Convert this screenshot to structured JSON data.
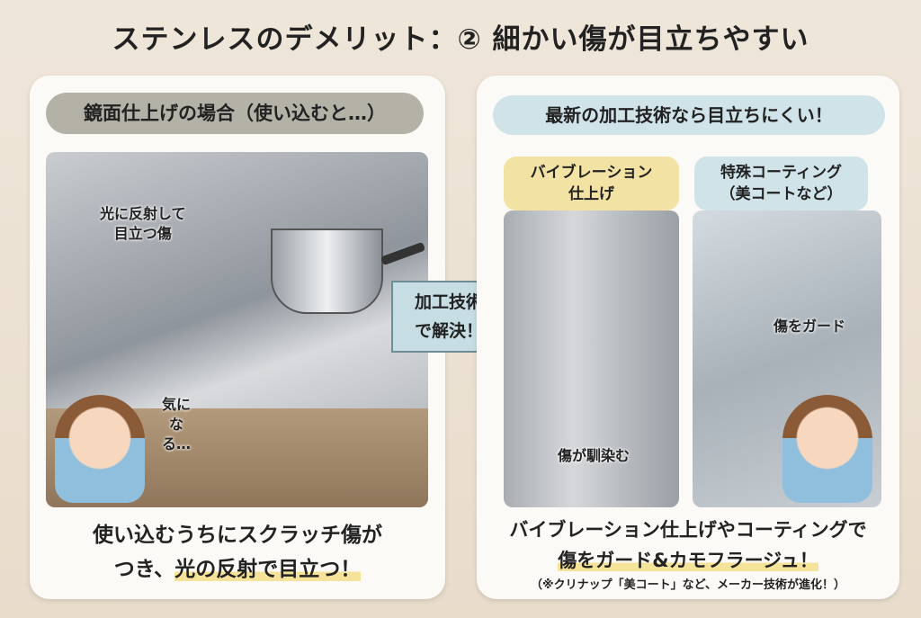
{
  "title": "ステンレスのデメリット：② 細かい傷が目立ちやすい",
  "left": {
    "header": "鏡面仕上げの場合（使い込むと…）",
    "note_scratch_1": "光に反射して",
    "note_scratch_2": "目立つ傷",
    "note_worry_1": "気に",
    "note_worry_2": "なる…",
    "caption_1": "使い込むうちにスクラッチ傷が",
    "caption_2a": "つき、",
    "caption_2b": "光の反射で目立つ！"
  },
  "arrow": {
    "line1": "加工技術",
    "line2": "で解決！"
  },
  "right": {
    "header": "最新の加工技術なら目立ちにくい！",
    "vibration_1": "バイブレーション",
    "vibration_2": "仕上げ",
    "coating_1": "特殊コーティング",
    "coating_2": "（美コートなど）",
    "note_blend": "傷が馴染む",
    "note_guard": "傷をガード",
    "caption_1": "バイブレーション仕上げやコーティングで",
    "caption_2": "傷をガード&カモフラージュ！",
    "caption_3": "（※クリナップ「美コート」など、メーカー技術が進化！）"
  }
}
